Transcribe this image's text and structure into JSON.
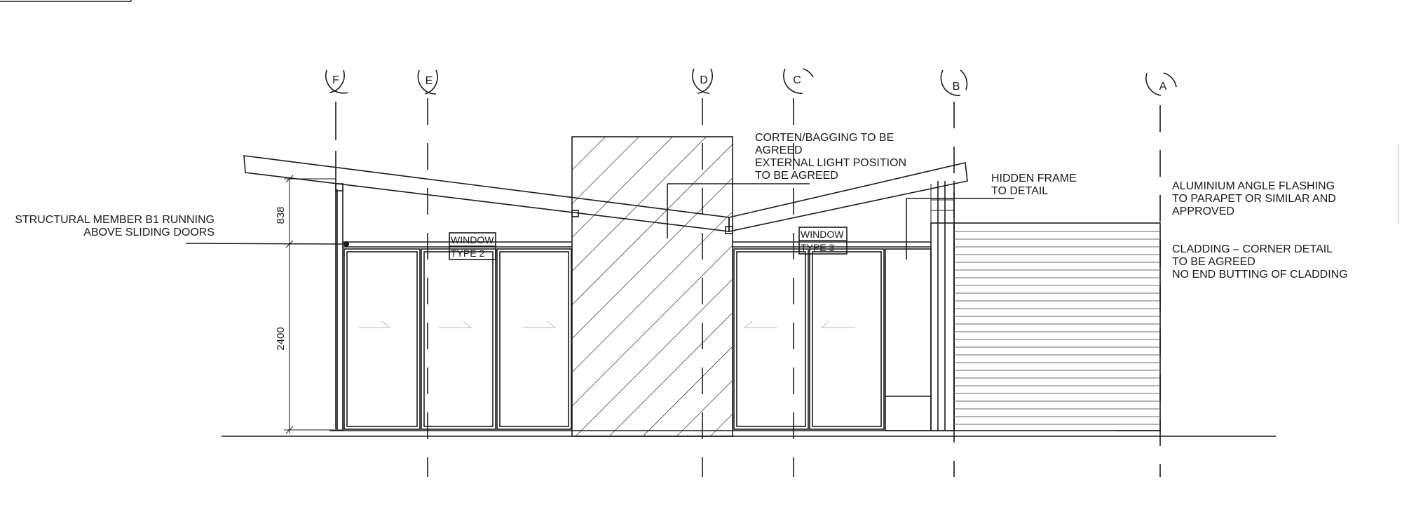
{
  "grid_labels": [
    "F",
    "E",
    "D",
    "C",
    "B",
    "A"
  ],
  "dimensions": {
    "upper": "838",
    "lower": "2400"
  },
  "windows": {
    "type2_line1": "WINDOW",
    "type2_line2": "TYPE 2",
    "type3_line1": "WINDOW",
    "type3_line2": "TYPE 3"
  },
  "notes": {
    "structural": [
      "STRUCTURAL MEMBER B1 RUNNING",
      "ABOVE SLIDING DOORS"
    ],
    "corten": [
      "CORTEN/BAGGING TO BE",
      "AGREED",
      "EXTERNAL LIGHT POSITION",
      "TO BE AGREED"
    ],
    "hidden_frame": [
      "HIDDEN FRAME",
      "TO DETAIL"
    ],
    "flashing": [
      "ALUMINIUM ANGLE FLASHING",
      "TO PARAPET OR SIMILAR AND",
      "APPROVED"
    ],
    "cladding": [
      "CLADDING – CORNER DETAIL",
      "TO BE AGREED",
      "NO END BUTTING OF CLADDING"
    ]
  }
}
